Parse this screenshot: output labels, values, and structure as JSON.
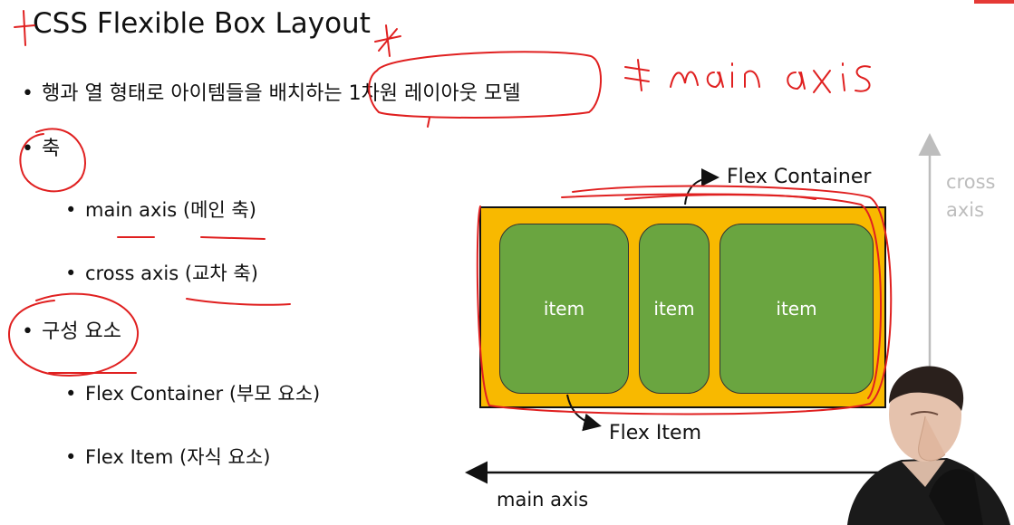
{
  "slide": {
    "title": "CSS Flexible Box Layout",
    "bullets": [
      {
        "level": 1,
        "text": "행과 열 형태로 아이템들을 배치하는 1차원 레이아웃 모델"
      },
      {
        "level": 1,
        "text": "축"
      },
      {
        "level": 2,
        "text": "main axis (메인 축)"
      },
      {
        "level": 2,
        "text": "cross axis (교차 축)"
      },
      {
        "level": 1,
        "text": "구성 요소"
      },
      {
        "level": 2,
        "text": "Flex Container (부모 요소)"
      },
      {
        "level": 2,
        "text": "Flex Item (자식 요소)"
      }
    ]
  },
  "diagram": {
    "container_label": "Flex Container",
    "items": [
      "item",
      "item",
      "item"
    ],
    "item_label": "Flex Item",
    "main_axis_label": "main axis",
    "cross_axis_label": [
      "cross",
      "axis"
    ]
  },
  "annotation": {
    "handwritten": "⇒ main axis"
  },
  "colors": {
    "container_fill": "#f8b900",
    "item_fill": "#6aa540",
    "annotation_red": "#e02020",
    "cross_axis_gray": "#bdbdbd"
  }
}
